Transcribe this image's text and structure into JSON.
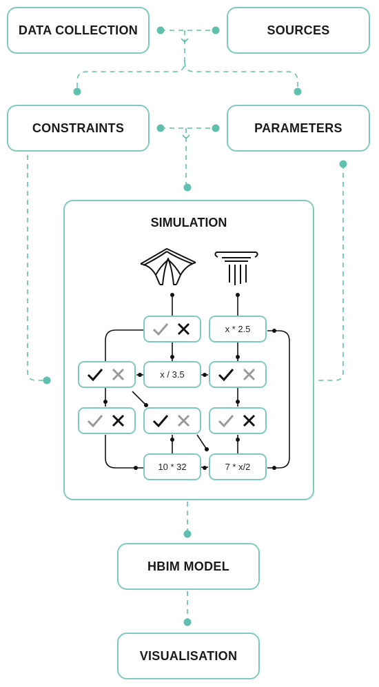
{
  "nodes": {
    "data_collection": "DATA COLLECTION",
    "sources": "SOURCES",
    "constraints": "CONSTRAINTS",
    "parameters": "PARAMETERS",
    "simulation": "SIMULATION",
    "hbim_model": "HBIM MODEL",
    "visualisation": "VISUALISATION"
  },
  "formulas": {
    "top_right": "x * 2.5",
    "mid_center": "x / 3.5",
    "bottom_center": "10 * 32",
    "bottom_right": "7 * x/2"
  },
  "icons": [
    "vault-icon",
    "column-icon",
    "check-icon",
    "cross-icon"
  ],
  "colors": {
    "accent": "#5fc0ae",
    "border": "#7ecbbd",
    "text": "#1a1a1a",
    "grey": "#9a9a9a"
  }
}
